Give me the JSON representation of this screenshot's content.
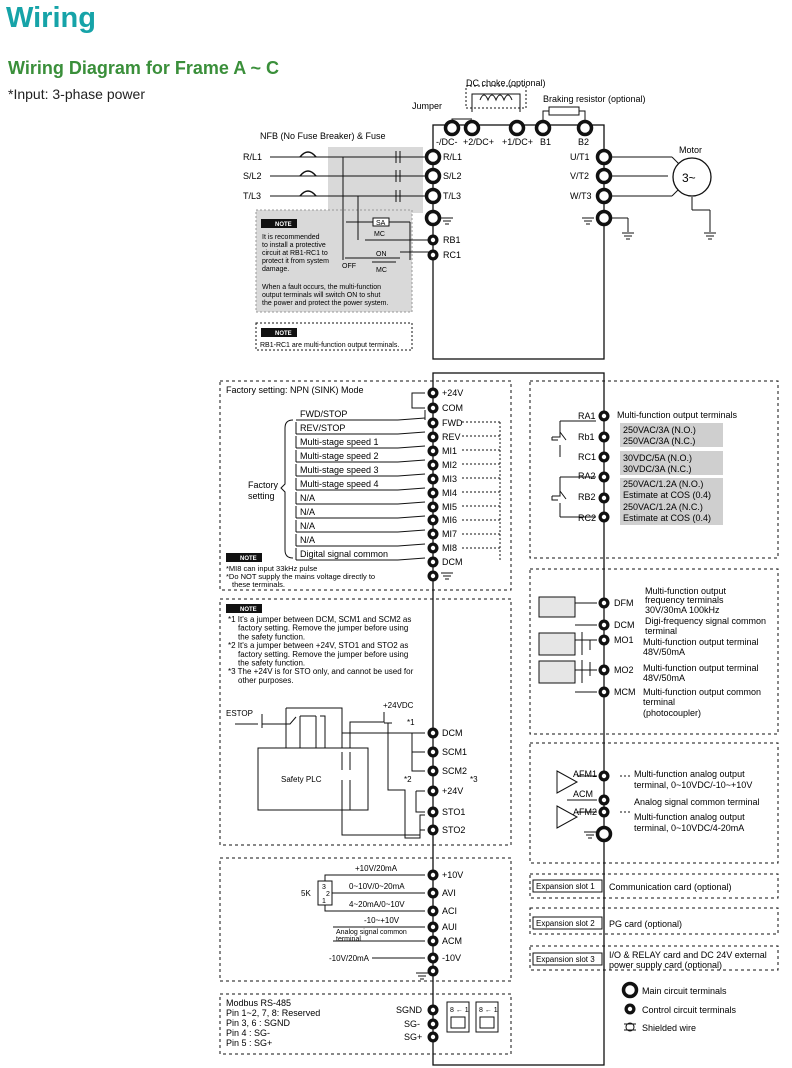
{
  "title": "Wiring",
  "subtitle": "Wiring Diagram for Frame A ~ C",
  "input_note": "*Input: 3-phase power",
  "power": {
    "dc_choke": "DC choke (optional)",
    "jumper": "Jumper",
    "braking_resistor": "Braking resistor (optional)",
    "nfb": "NFB (No Fuse Breaker) & Fuse",
    "motor": "Motor",
    "motor_symbol": "3~",
    "supply_labels": [
      "R/L1",
      "S/L2",
      "T/L3"
    ],
    "top_terminals": [
      "-/DC-",
      "+2/DC+",
      "+1/DC+",
      "B1",
      "B2"
    ],
    "left_terminals": [
      "R/L1",
      "S/L2",
      "T/L3",
      "RB1",
      "RC1"
    ],
    "right_terminals": [
      "U/T1",
      "V/T2",
      "W/T3"
    ],
    "sa": "SA",
    "mc": "MC",
    "off": "OFF",
    "on": "ON",
    "note_badge": "NOTE",
    "note1_lines": [
      "It is recommended",
      "to install a protective",
      "circuit at RB1-RC1 to",
      "protect it from system",
      "damage.",
      "",
      "When a fault occurs, the multi-function",
      "output terminals will switch ON to shut",
      "the power and protect the power system."
    ],
    "note2": "RB1-RC1 are multi-function output terminals."
  },
  "digital": {
    "mode": "Factory setting: NPN (SINK) Mode",
    "factory_setting": [
      "Factory",
      "setting"
    ],
    "inputs": [
      "FWD/STOP",
      "REV/STOP",
      "Multi-stage speed 1",
      "Multi-stage speed 2",
      "Multi-stage speed 3",
      "Multi-stage speed 4",
      "N/A",
      "N/A",
      "N/A",
      "N/A",
      "Digital signal common"
    ],
    "terminals": [
      "+24V",
      "COM",
      "FWD",
      "REV",
      "MI1",
      "MI2",
      "MI3",
      "MI4",
      "MI5",
      "MI6",
      "MI7",
      "MI8",
      "DCM"
    ],
    "note_lines": [
      "*MI8 can input 33kHz pulse",
      "*Do NOT supply the mains voltage directly to",
      "these terminals."
    ]
  },
  "sto": {
    "note_lines": [
      "*1 It's a jumper between DCM, SCM1 and SCM2 as",
      "factory setting. Remove the jumper before using",
      "the safety function.",
      "*2 It's a jumper between +24V, STO1 and STO2 as",
      "factory setting. Remove the jumper before using",
      "the safety function.",
      "*3 The +24V is for STO only, and cannot be used for",
      "other purposes."
    ],
    "estop": "ESTOP",
    "plc": "Safety PLC",
    "v24dc": "+24VDC",
    "marks": [
      "*1",
      "*2",
      "*3"
    ],
    "terminals": [
      "DCM",
      "SCM1",
      "SCM2",
      "+24V",
      "STO1",
      "STO2"
    ]
  },
  "analog_in": {
    "labels": [
      "+10V/20mA",
      "0~10V/0~20mA",
      "4~20mA/0~10V",
      "-10~+10V",
      "Analog signal common",
      "terminal",
      "-10V/20mA"
    ],
    "pot": "5K",
    "pot_pins": [
      "3",
      "2",
      "1"
    ],
    "terminals": [
      "+10V",
      "AVI",
      "ACI",
      "AUI",
      "ACM",
      "-10V"
    ]
  },
  "rs485": {
    "lines": [
      "Modbus RS-485",
      "Pin 1~2, 7, 8: Reserved",
      "Pin 3, 6 : SGND",
      "Pin 4 : SG-",
      "Pin 5 : SG+"
    ],
    "terminals": [
      "SGND",
      "SG-",
      "SG+"
    ],
    "ports": [
      "8 ← 1",
      "8 ← 1"
    ]
  },
  "relay": {
    "terminals": [
      "RA1",
      "Rb1",
      "RC1",
      "RA2",
      "RB2",
      "RC2"
    ],
    "title": "Multi-function output terminals",
    "ratings": [
      "250VAC/3A (N.O.)",
      "250VAC/3A (N.C.)",
      "30VDC/5A (N.O.)",
      "30VDC/3A (N.C.)",
      "250VAC/1.2A (N.O.)",
      "Estimate at COS (0.4)",
      "250VAC/1.2A (N.C.)",
      "Estimate at COS (0.4)"
    ]
  },
  "dout": {
    "terminals": [
      "DFM",
      "DCM",
      "MO1",
      "MO2",
      "MCM"
    ],
    "desc": [
      "Multi-function output",
      "frequency terminals",
      "30V/30mA 100kHz",
      "Digi-frequency signal common",
      "terminal",
      "Multi-function output terminal",
      "48V/50mA",
      "Multi-function output terminal",
      "48V/50mA",
      "Multi-function output common",
      "terminal",
      "(photocoupler)"
    ]
  },
  "aout": {
    "terminals": [
      "AFM1",
      "ACM",
      "AFM2"
    ],
    "desc": [
      "Multi-function analog output",
      "terminal, 0~10VDC/-10~+10V",
      "Analog signal common terminal",
      "Multi-function analog output",
      "terminal, 0~10VDC/4-20mA"
    ]
  },
  "expansion": [
    {
      "slot": "Expansion slot 1",
      "desc": "Communication card (optional)"
    },
    {
      "slot": "Expansion slot 2",
      "desc": "PG card (optional)"
    },
    {
      "slot": "Expansion slot 3",
      "desc": "I/O & RELAY card and DC 24V external",
      "desc2": "power supply card (optional)"
    }
  ],
  "legend": [
    "Main circuit terminals",
    "Control circuit terminals",
    "Shielded wire"
  ]
}
